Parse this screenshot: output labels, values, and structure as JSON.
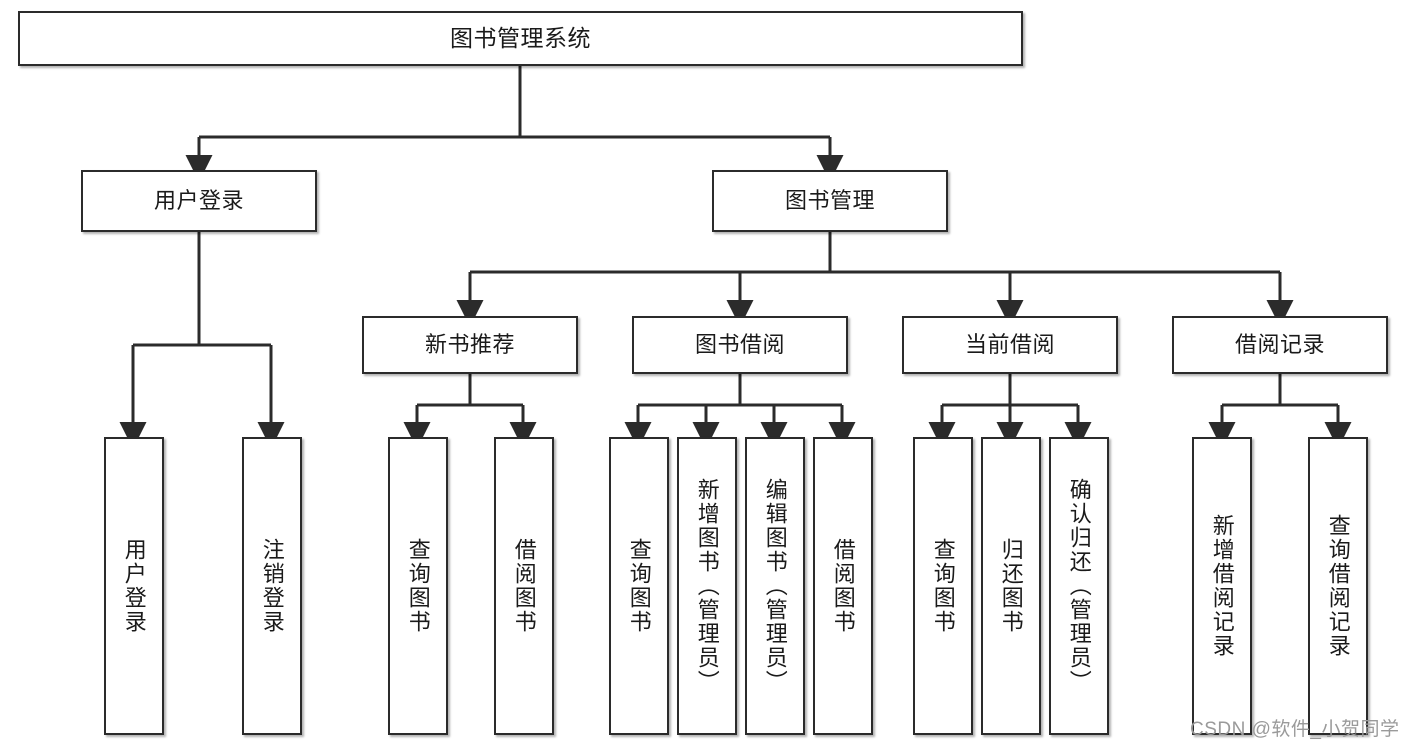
{
  "diagram": {
    "title_node": {
      "label": "图书管理系统"
    },
    "level2": [
      {
        "id": "user-login",
        "label": "用户登录"
      },
      {
        "id": "book-management",
        "label": "图书管理"
      }
    ],
    "level3": [
      {
        "id": "new-book-recommendation",
        "label": "新书推荐"
      },
      {
        "id": "book-borrow",
        "label": "图书借阅"
      },
      {
        "id": "current-borrow",
        "label": "当前借阅"
      },
      {
        "id": "borrow-record",
        "label": "借阅记录"
      }
    ],
    "leaves": [
      {
        "id": "leaf-user-login",
        "label": "用户登录",
        "parent": "user-login"
      },
      {
        "id": "leaf-logout-login",
        "label": "注销登录",
        "parent": "user-login"
      },
      {
        "id": "leaf-query-book-1",
        "label": "查询图书",
        "parent": "new-book-recommendation"
      },
      {
        "id": "leaf-borrow-book-1",
        "label": "借阅图书",
        "parent": "new-book-recommendation"
      },
      {
        "id": "leaf-query-book-2",
        "label": "查询图书",
        "parent": "book-borrow"
      },
      {
        "id": "leaf-add-book",
        "label": "新增图书（管理员）",
        "parent": "book-borrow"
      },
      {
        "id": "leaf-edit-book",
        "label": "编辑图书（管理员）",
        "parent": "book-borrow"
      },
      {
        "id": "leaf-borrow-book-2",
        "label": "借阅图书",
        "parent": "book-borrow"
      },
      {
        "id": "leaf-query-book-3",
        "label": "查询图书",
        "parent": "current-borrow"
      },
      {
        "id": "leaf-return-book",
        "label": "归还图书",
        "parent": "current-borrow"
      },
      {
        "id": "leaf-confirm-return",
        "label": "确认归还（管理员）",
        "parent": "current-borrow"
      },
      {
        "id": "leaf-add-borrow-record",
        "label": "新增借阅记录",
        "parent": "borrow-record"
      },
      {
        "id": "leaf-query-borrow-record",
        "label": "查询借阅记录",
        "parent": "borrow-record"
      }
    ],
    "watermark": "CSDN @软件_小贺同学",
    "colors": {
      "stroke": "#2b2b2b",
      "background": "#ffffff",
      "text": "#1a1a1a",
      "watermark": "#9a9a9a"
    }
  }
}
